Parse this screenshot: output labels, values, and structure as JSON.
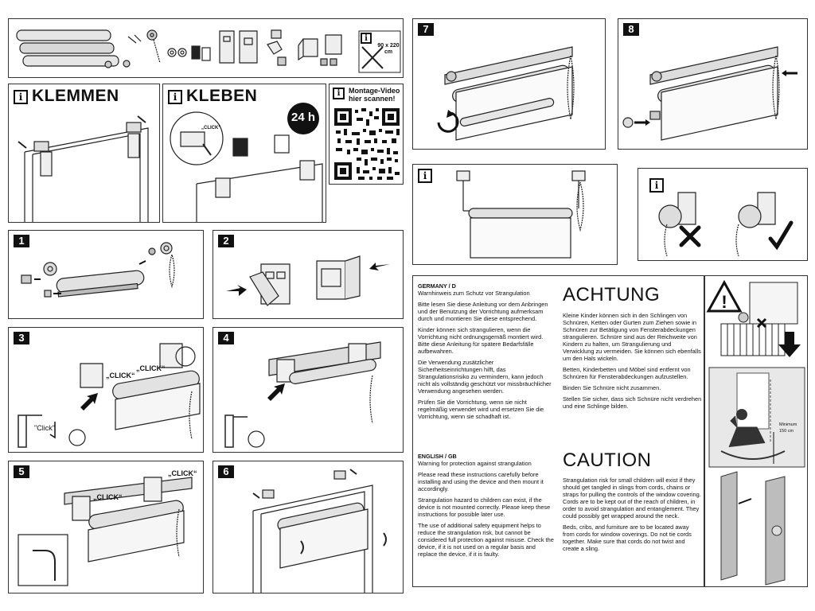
{
  "overview": {
    "info_symbol": "i",
    "max_size_label": "90 x 220 cm"
  },
  "klemmen": {
    "title": "KLEMMEN"
  },
  "kleben": {
    "title": "KLEBEN",
    "click_label": "„CLICK“",
    "badge": "24 h"
  },
  "video": {
    "label": "Montage-Video hier scannen!"
  },
  "steps": [
    {
      "number": "1"
    },
    {
      "number": "2"
    },
    {
      "number": "3",
      "click_a": "„CLICK“",
      "click_b": "„CLICK“",
      "click_c": "\"Click\""
    },
    {
      "number": "4"
    },
    {
      "number": "5",
      "click_a": "„CLICK“",
      "click_b": "„CLICK“"
    },
    {
      "number": "6"
    },
    {
      "number": "7"
    },
    {
      "number": "8"
    }
  ],
  "warning_de": {
    "region": "GERMANY / D",
    "subtitle": "Warnhinweis zum Schutz vor Strangulation",
    "p1": "Bitte lesen Sie diese Anleitung vor dem Anbringen und der Benutzung der Vorrichtung aufmerksam durch und montieren Sie diese entsprechend.",
    "p2": "Kinder können sich strangulieren, wenn die Vorrichtung nicht ordnungsgemäß montiert wird. Bitte diese Anleitung für spätere Bedarfsfälle aufbewahren.",
    "p3": "Die Verwendung zusätzlicher Sicherheitseinrichtungen hilft, das Strangulationsrisiko zu vermindern, kann jedoch nicht als vollständig geschützt vor missbräuchlicher Verwendung angesehen werden.",
    "p4": "Prüfen Sie die Vorrichtung, wenn sie nicht regelmäßig verwendet wird und ersetzen Sie die Vorrichtung, wenn sie schadhaft ist.",
    "heading": "ACHTUNG",
    "r1": "Kleine Kinder können sich in den Schlingen von Schnüren, Ketten oder Gurten zum Ziehen sowie in Schnüren zur Betätigung von Fensterabdeckungen strangulieren. Schnüre sind aus der Reichweite von Kindern zu halten, um Strangulierung und Verwicklung zu vermeiden. Sie können sich ebenfalls um den Hals wickeln.",
    "r2": "Betten, Kinderbetten und Möbel sind entfernt von Schnüren für Fensterabdeckungen aufzustellen.",
    "r3": "Binden Sie Schnüre nicht zusammen.",
    "r4": "Stellen Sie sicher, dass sich Schnüre nicht verdrehen und eine Schlinge bilden."
  },
  "warning_en": {
    "region": "ENGLISH / GB",
    "subtitle": "Warning for protection against strangulation",
    "p1": "Please read these instructions carefully before installing and using the device and then mount it accordingly.",
    "p2": "Strangulation hazard to children can exist, if the device is not mounted correctly. Please keep these instructions for possible later use.",
    "p3": "The use of additional safety equipment helps to reduce the strangulation risk, but cannot be considered full protection against misuse. Check the device, if it is not used on a regular basis and replace the device, if it is faulty.",
    "heading": "CAUTION",
    "r1": "Strangulation risk for small children will exist if they should get tangled in slings from cords, chains or straps for pulling the controls of the window covering. Cords are to be kept out of the reach of children, in order to avoid strangulation and entanglement. They could possibly get wrapped around the neck.",
    "r2": "Beds, cribs, and furniture are to be located away from cords for window coverings. Do not tie cords together. Make sure that cords do not twist and create a sling."
  },
  "side": {
    "min_label": "Minimum",
    "min_value": "150 cm"
  }
}
